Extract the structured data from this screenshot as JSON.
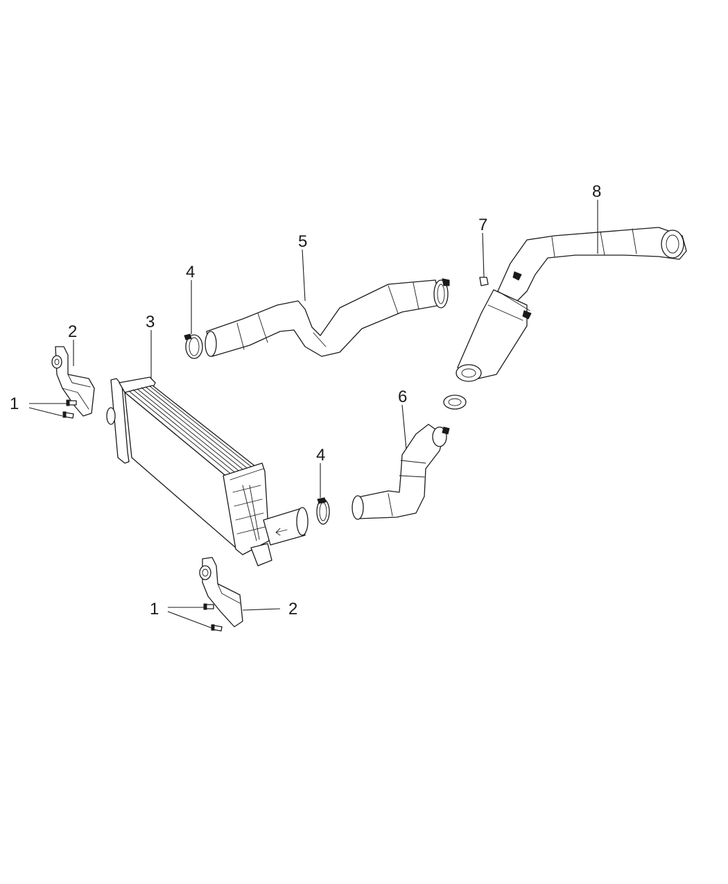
{
  "diagram": {
    "callouts": [
      {
        "id": "bolt-upper-left",
        "label": "1"
      },
      {
        "id": "bracket-upper-left",
        "label": "2"
      },
      {
        "id": "intercooler",
        "label": "3"
      },
      {
        "id": "clamp-upper",
        "label": "4"
      },
      {
        "id": "hose-upper",
        "label": "5"
      },
      {
        "id": "clamp-lower",
        "label": "4"
      },
      {
        "id": "hose-lower",
        "label": "6"
      },
      {
        "id": "nut",
        "label": "7"
      },
      {
        "id": "duct-long",
        "label": "8"
      },
      {
        "id": "bolt-lower",
        "label": "1"
      },
      {
        "id": "bracket-lower",
        "label": "2"
      }
    ]
  }
}
